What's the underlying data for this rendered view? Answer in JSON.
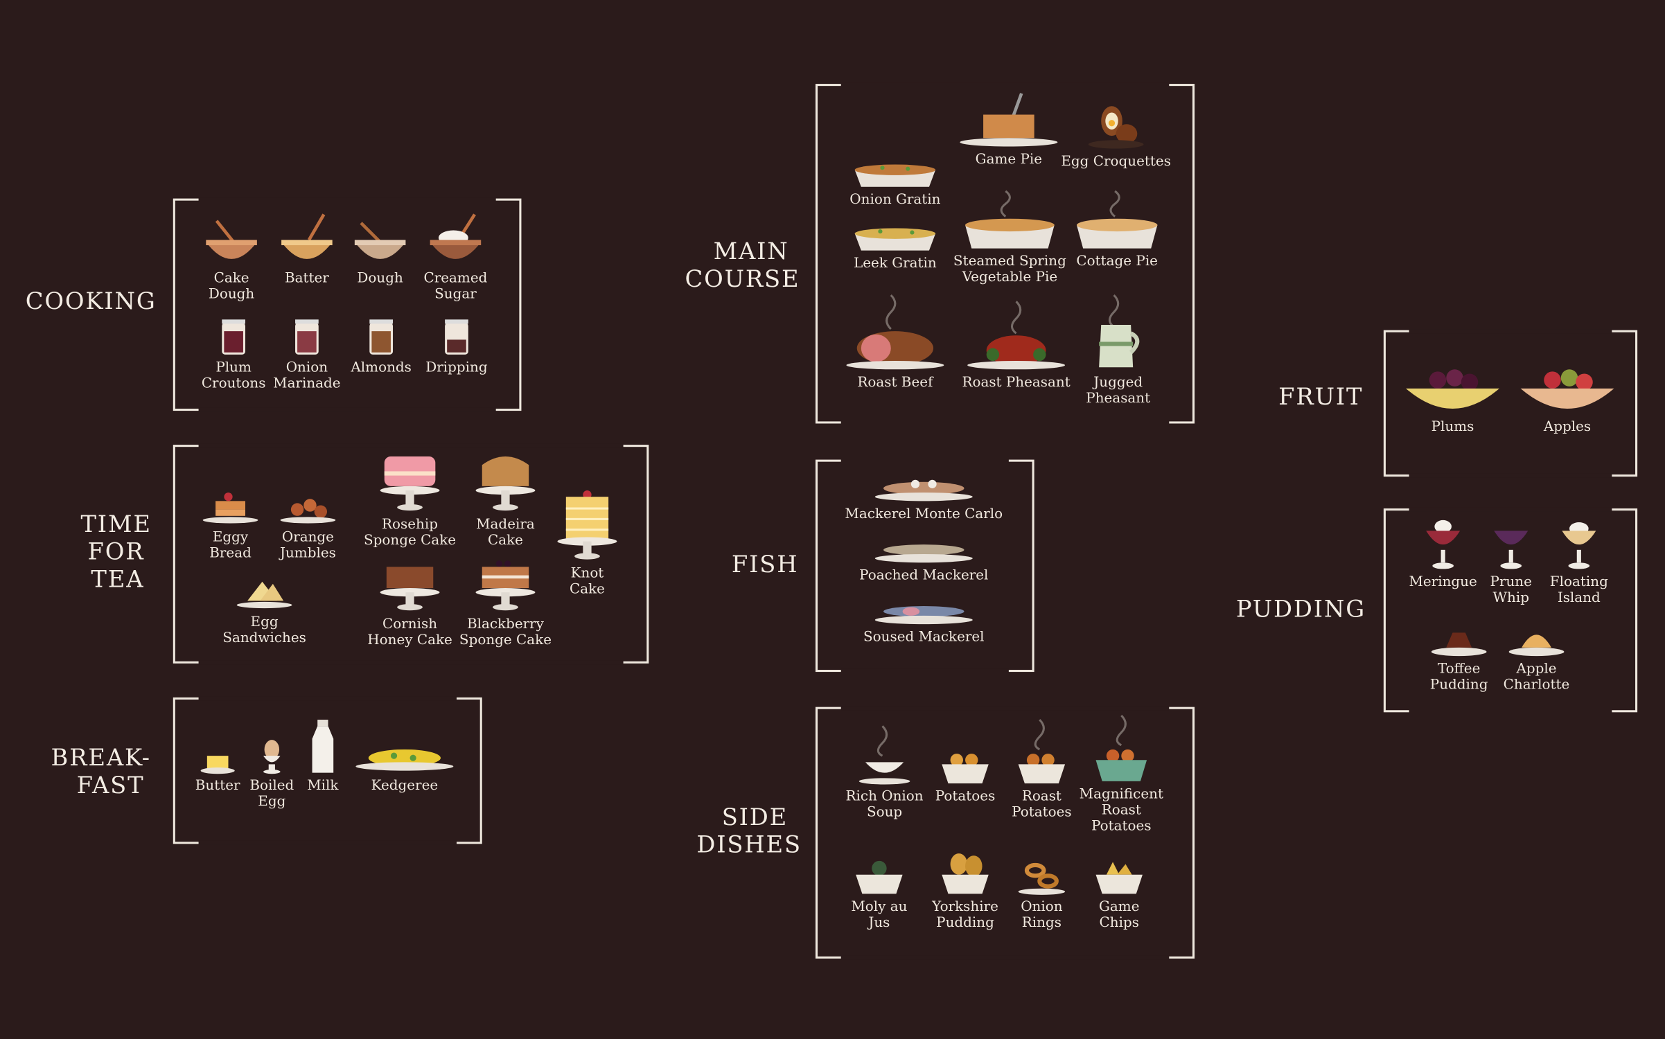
{
  "colors": {
    "background": "#2b1b1b",
    "text": "#f2ebe2",
    "bracket": "#efe8de"
  },
  "categories": {
    "cooking": {
      "title_lines": [
        "COOKING"
      ],
      "items": [
        {
          "label": "Cake\nDough",
          "icon": "bowl-dough-icon"
        },
        {
          "label": "Batter",
          "icon": "bowl-batter-icon"
        },
        {
          "label": "Dough",
          "icon": "bowl-dough-icon"
        },
        {
          "label": "Creamed\nSugar",
          "icon": "bowl-sugar-icon"
        },
        {
          "label": "Plum\nCroutons",
          "icon": "jar-icon"
        },
        {
          "label": "Onion\nMarinade",
          "icon": "jar-icon"
        },
        {
          "label": "Almonds",
          "icon": "jar-icon"
        },
        {
          "label": "Dripping",
          "icon": "jar-icon"
        }
      ]
    },
    "tea": {
      "title_lines": [
        "TIME",
        "FOR",
        "TEA"
      ],
      "items": [
        {
          "label": "Eggy\nBread",
          "icon": "plate-icon"
        },
        {
          "label": "Orange\nJumbles",
          "icon": "plate-icon"
        },
        {
          "label": "Egg\nSandwiches",
          "icon": "plate-icon"
        },
        {
          "label": "Rosehip\nSponge Cake",
          "icon": "cake-stand-icon"
        },
        {
          "label": "Madeira\nCake",
          "icon": "cake-stand-icon"
        },
        {
          "label": "Cornish\nHoney Cake",
          "icon": "cake-stand-icon"
        },
        {
          "label": "Blackberry\nSponge Cake",
          "icon": "cake-stand-icon"
        },
        {
          "label": "Knot\nCake",
          "icon": "cake-stand-icon"
        }
      ]
    },
    "breakfast": {
      "title_lines": [
        "BREAK-",
        "FAST"
      ],
      "items": [
        {
          "label": "Butter",
          "icon": "butter-icon"
        },
        {
          "label": "Boiled\nEgg",
          "icon": "egg-cup-icon"
        },
        {
          "label": "Milk",
          "icon": "milk-bottle-icon"
        },
        {
          "label": "Kedgeree",
          "icon": "platter-icon"
        }
      ]
    },
    "main": {
      "title_lines": [
        "MAIN",
        "COURSE"
      ],
      "items": [
        {
          "label": "Game Pie",
          "icon": "pie-icon"
        },
        {
          "label": "Egg Croquettes",
          "icon": "croquette-icon"
        },
        {
          "label": "Onion Gratin",
          "icon": "gratin-icon"
        },
        {
          "label": "Leek Gratin",
          "icon": "gratin-icon"
        },
        {
          "label": "Steamed Spring\nVegetable Pie",
          "icon": "pie-dish-icon"
        },
        {
          "label": "Cottage Pie",
          "icon": "pie-dish-icon"
        },
        {
          "label": "Roast Beef",
          "icon": "roast-icon"
        },
        {
          "label": "Roast Pheasant",
          "icon": "roast-icon"
        },
        {
          "label": "Jugged\nPheasant",
          "icon": "jug-icon"
        }
      ]
    },
    "fish": {
      "title_lines": [
        "FISH"
      ],
      "items": [
        {
          "label": "Mackerel Monte Carlo",
          "icon": "fish-platter-icon"
        },
        {
          "label": "Poached Mackerel",
          "icon": "fish-platter-icon"
        },
        {
          "label": "Soused Mackerel",
          "icon": "fish-platter-icon"
        }
      ]
    },
    "side": {
      "title_lines": [
        "SIDE",
        "DISHES"
      ],
      "items": [
        {
          "label": "Rich Onion\nSoup",
          "icon": "soup-icon"
        },
        {
          "label": "Potatoes",
          "icon": "basket-icon"
        },
        {
          "label": "Roast\nPotatoes",
          "icon": "basket-icon"
        },
        {
          "label": "Magnificent\nRoast\nPotatoes",
          "icon": "basket-icon"
        },
        {
          "label": "Moly au\nJus",
          "icon": "basket-icon"
        },
        {
          "label": "Yorkshire\nPudding",
          "icon": "basket-icon"
        },
        {
          "label": "Onion\nRings",
          "icon": "basket-icon"
        },
        {
          "label": "Game\nChips",
          "icon": "basket-icon"
        }
      ]
    },
    "fruit": {
      "title_lines": [
        "FRUIT"
      ],
      "items": [
        {
          "label": "Plums",
          "icon": "fruit-bowl-icon"
        },
        {
          "label": "Apples",
          "icon": "fruit-bowl-icon"
        }
      ]
    },
    "pudding": {
      "title_lines": [
        "PUDDING"
      ],
      "items": [
        {
          "label": "Meringue",
          "icon": "glass-icon"
        },
        {
          "label": "Prune\nWhip",
          "icon": "glass-icon"
        },
        {
          "label": "Floating\nIsland",
          "icon": "glass-icon"
        },
        {
          "label": "Toffee\nPudding",
          "icon": "pudding-plate-icon"
        },
        {
          "label": "Apple\nCharlotte",
          "icon": "pudding-plate-icon"
        }
      ]
    }
  }
}
